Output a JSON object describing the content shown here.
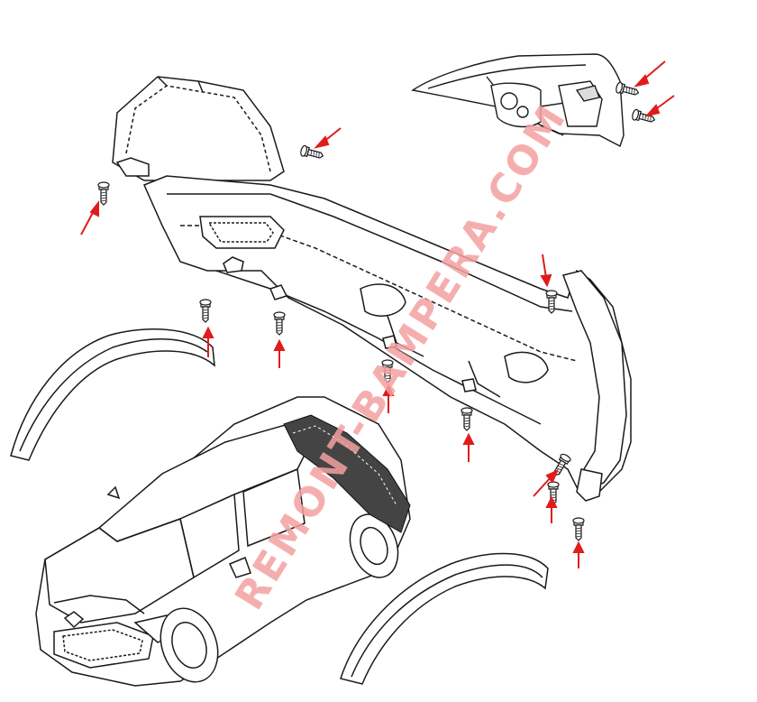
{
  "watermark": {
    "text": "REMONT-BAMPERA.COM",
    "color": "#f4a0a0"
  },
  "colors": {
    "line": "#1a1a1a",
    "arrow": "#e11b1b",
    "fill": "#ffffff"
  },
  "parts": {
    "tail_light": "tail-light",
    "bumper": "rear-bumper",
    "arch_left": "wheel-arch-trim-left",
    "arch_right": "wheel-arch-trim-right",
    "vehicle": "vehicle-overview"
  },
  "fasteners": [
    {
      "id": "screw-tail-1",
      "arrow": "arrow-tail-1"
    },
    {
      "id": "screw-tail-2",
      "arrow": "arrow-tail-2"
    },
    {
      "id": "screw-left-top",
      "arrow": "arrow-left-top"
    },
    {
      "id": "screw-left-side",
      "arrow": "arrow-left-side"
    },
    {
      "id": "screw-bottom-1",
      "arrow": "arrow-bottom-1"
    },
    {
      "id": "screw-bottom-2",
      "arrow": "arrow-bottom-2"
    },
    {
      "id": "screw-bottom-3",
      "arrow": "arrow-bottom-3"
    },
    {
      "id": "screw-bottom-4",
      "arrow": "arrow-bottom-4"
    },
    {
      "id": "screw-right-top",
      "arrow": "arrow-right-top"
    },
    {
      "id": "screw-right-1",
      "arrow": "arrow-right-1"
    },
    {
      "id": "screw-right-2",
      "arrow": "arrow-right-2"
    },
    {
      "id": "screw-right-3",
      "arrow": "arrow-right-3"
    }
  ]
}
